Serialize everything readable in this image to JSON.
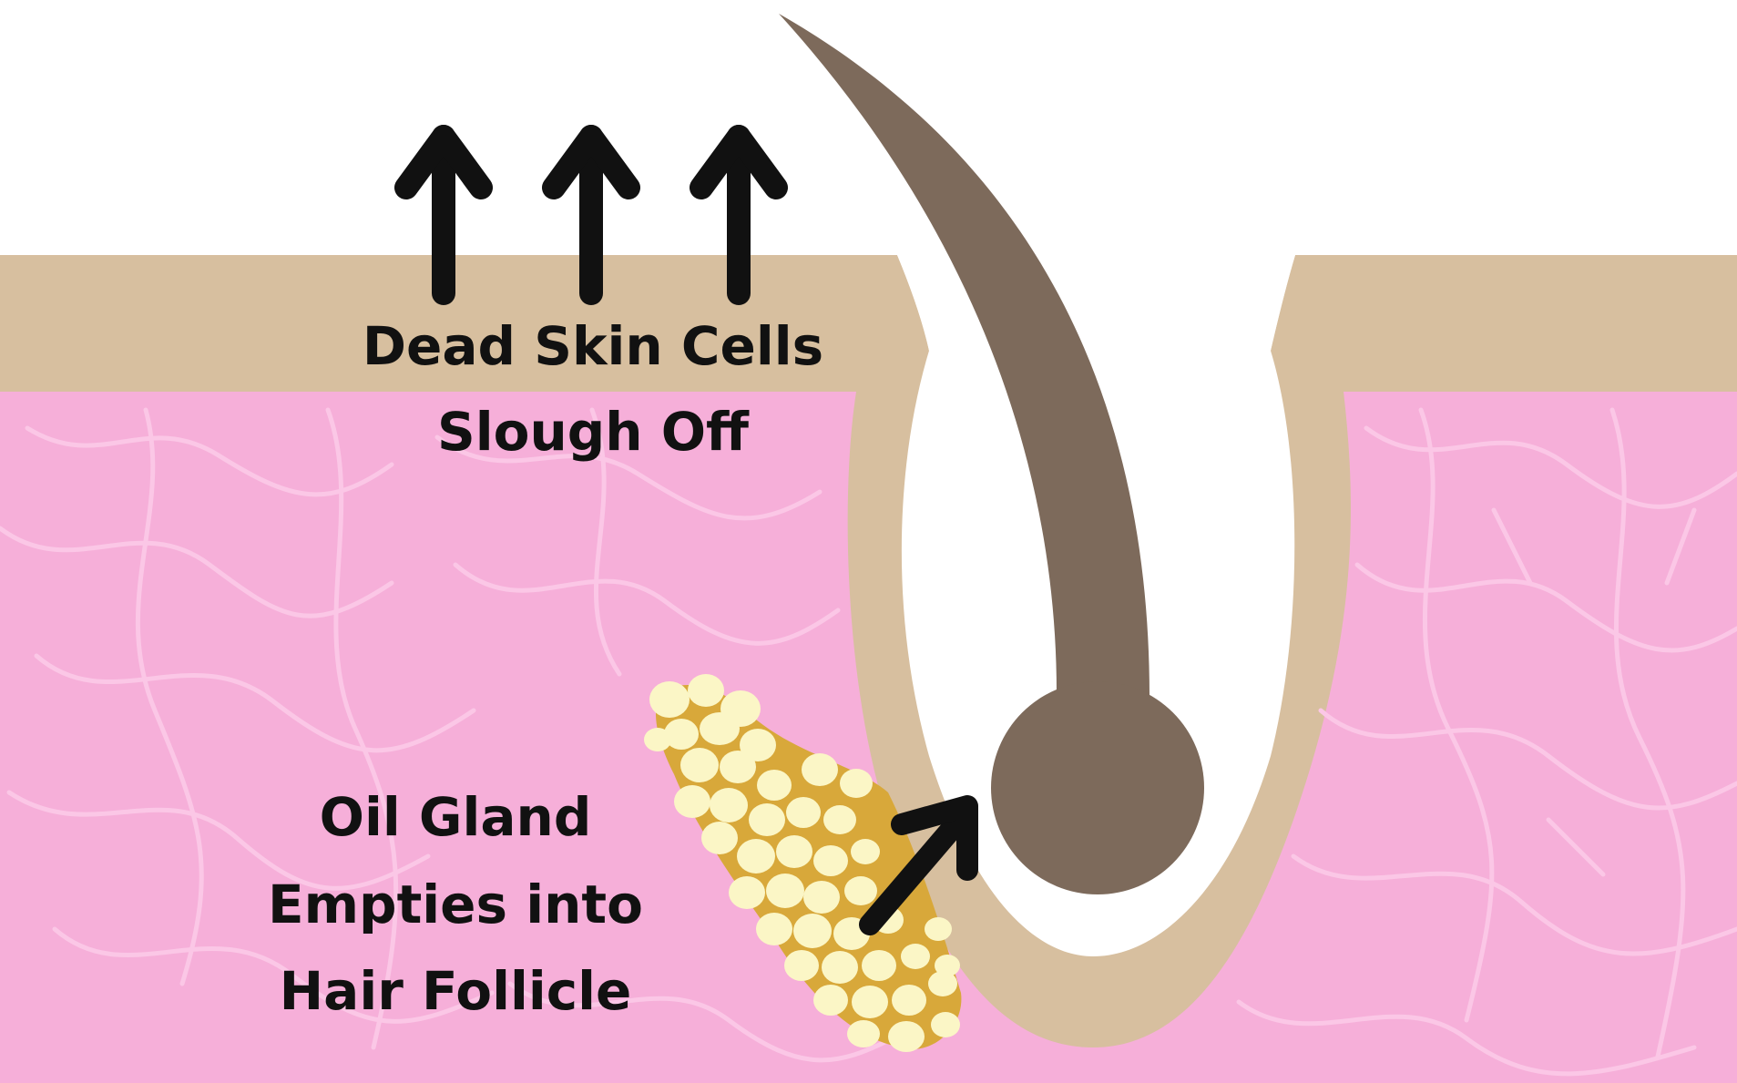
{
  "labels": {
    "dead_skin_line1": "Dead Skin Cells",
    "dead_skin_line2": "Slough Off",
    "oil_gland_line1": "Oil Gland",
    "oil_gland_line2": "Empties into",
    "oil_gland_line3": "Hair Follicle"
  },
  "colors": {
    "background": "#ffffff",
    "epidermis": "#d7bf9f",
    "dermis": "#f6afd9",
    "dermis_fibers": "#fbc7e6",
    "hair": "#7d6a5b",
    "gland_base": "#d8a83a",
    "gland_cells": "#fbf6c6",
    "arrows": "#111111"
  }
}
